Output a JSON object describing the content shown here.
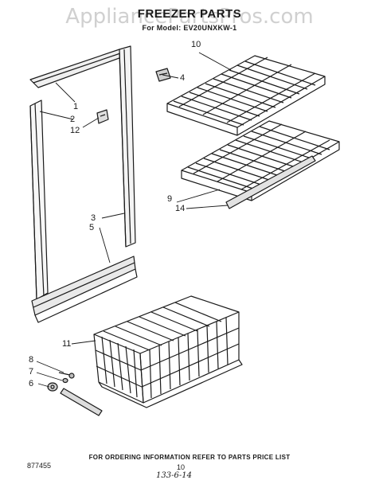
{
  "watermark": "AppliancePartsPros.com",
  "title": "FREEZER PARTS",
  "subtitle": "For Model: EV20UNXKW-1",
  "callouts": {
    "c1": "1",
    "c2": "2",
    "c3": "3",
    "c4": "4",
    "c5": "5",
    "c6": "6",
    "c7": "7",
    "c8": "8",
    "c9": "9",
    "c10": "10",
    "c11": "11",
    "c12": "12",
    "c14": "14"
  },
  "footer": {
    "note": "FOR ORDERING INFORMATION REFER TO PARTS PRICE LIST",
    "doc_number": "877455",
    "page_number": "10",
    "handwritten": "133-6-14"
  }
}
